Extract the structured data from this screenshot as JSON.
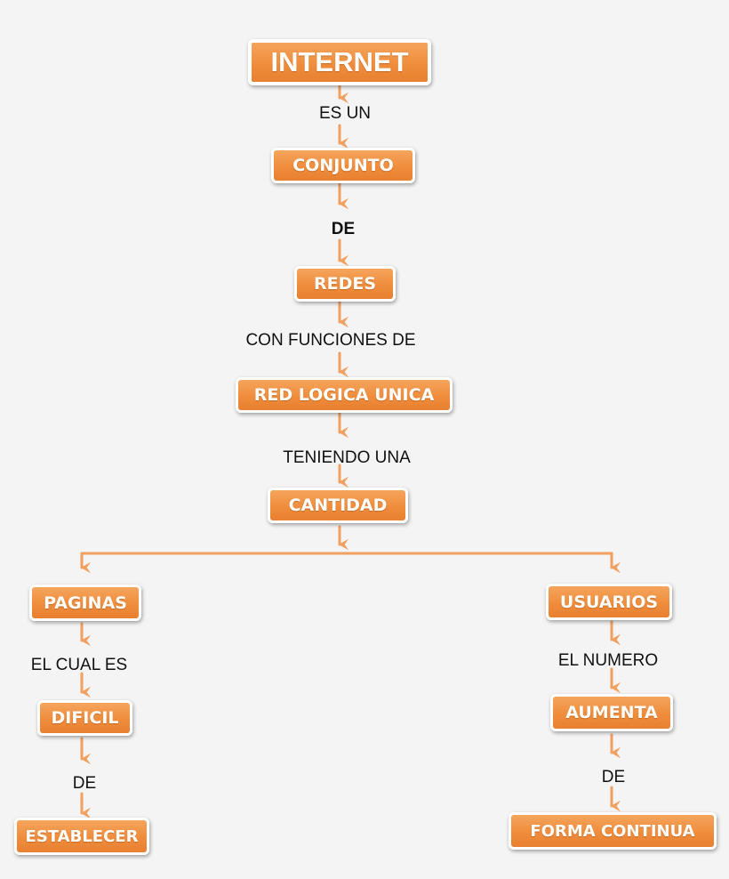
{
  "nodes": {
    "internet": "INTERNET",
    "conjunto": "CONJUNTO",
    "redes": "REDES",
    "red_logica": "RED LOGICA UNICA",
    "cantidad": "CANTIDAD",
    "paginas": "PAGINAS",
    "dificil": "DIFICIL",
    "establecer": "ESTABLECER",
    "usuarios": "USUARIOS",
    "aumenta": "AUMENTA",
    "forma_continua": "FORMA CONTINUA"
  },
  "links": {
    "es_un": "ES UN",
    "de_1": "DE",
    "con_funciones": "CON FUNCIONES DE",
    "teniendo": "TENIENDO UNA",
    "el_cual": "EL CUAL ES",
    "de_2": "DE",
    "el_numero": "EL NUMERO",
    "de_3": "DE"
  },
  "colors": {
    "node_fill": "#ef8d3c",
    "arrow": "#f0a060",
    "text": "#111111"
  }
}
